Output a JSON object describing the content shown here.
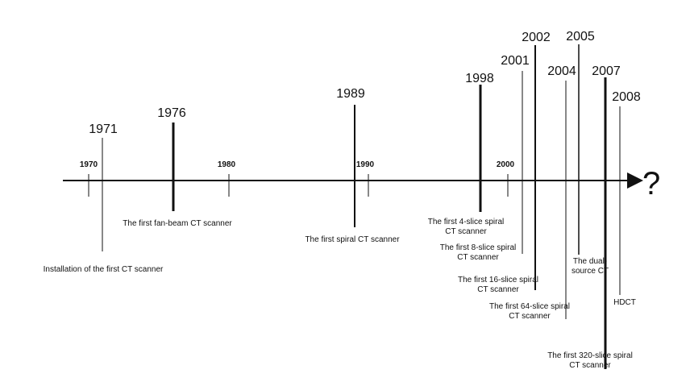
{
  "axis": {
    "decade_ticks": [
      "1970",
      "1980",
      "1990",
      "2000"
    ],
    "end_symbol": "?"
  },
  "events": [
    {
      "year": "1971",
      "label_lines": [
        "Installation of the first CT scanner"
      ]
    },
    {
      "year": "1976",
      "label_lines": [
        "The first fan-beam CT scanner"
      ]
    },
    {
      "year": "1989",
      "label_lines": [
        "The first spiral CT scanner"
      ]
    },
    {
      "year": "1998",
      "label_lines": [
        "The first 4-slice spiral",
        "CT scanner"
      ]
    },
    {
      "year": "2001",
      "label_lines": [
        "The first 8-slice spiral",
        "CT scanner"
      ]
    },
    {
      "year": "2002",
      "label_lines": [
        "The first 16-slice spiral",
        "CT scanner"
      ]
    },
    {
      "year": "2004",
      "label_lines": [
        "The first 64-slice spiral",
        "CT scanner"
      ]
    },
    {
      "year": "2005",
      "label_lines": [
        "The dual-",
        "source CT"
      ]
    },
    {
      "year": "2007",
      "label_lines": [
        "The first 320-slice spiral",
        "CT scanner"
      ]
    },
    {
      "year": "2008",
      "label_lines": [
        "HDCT"
      ]
    }
  ]
}
